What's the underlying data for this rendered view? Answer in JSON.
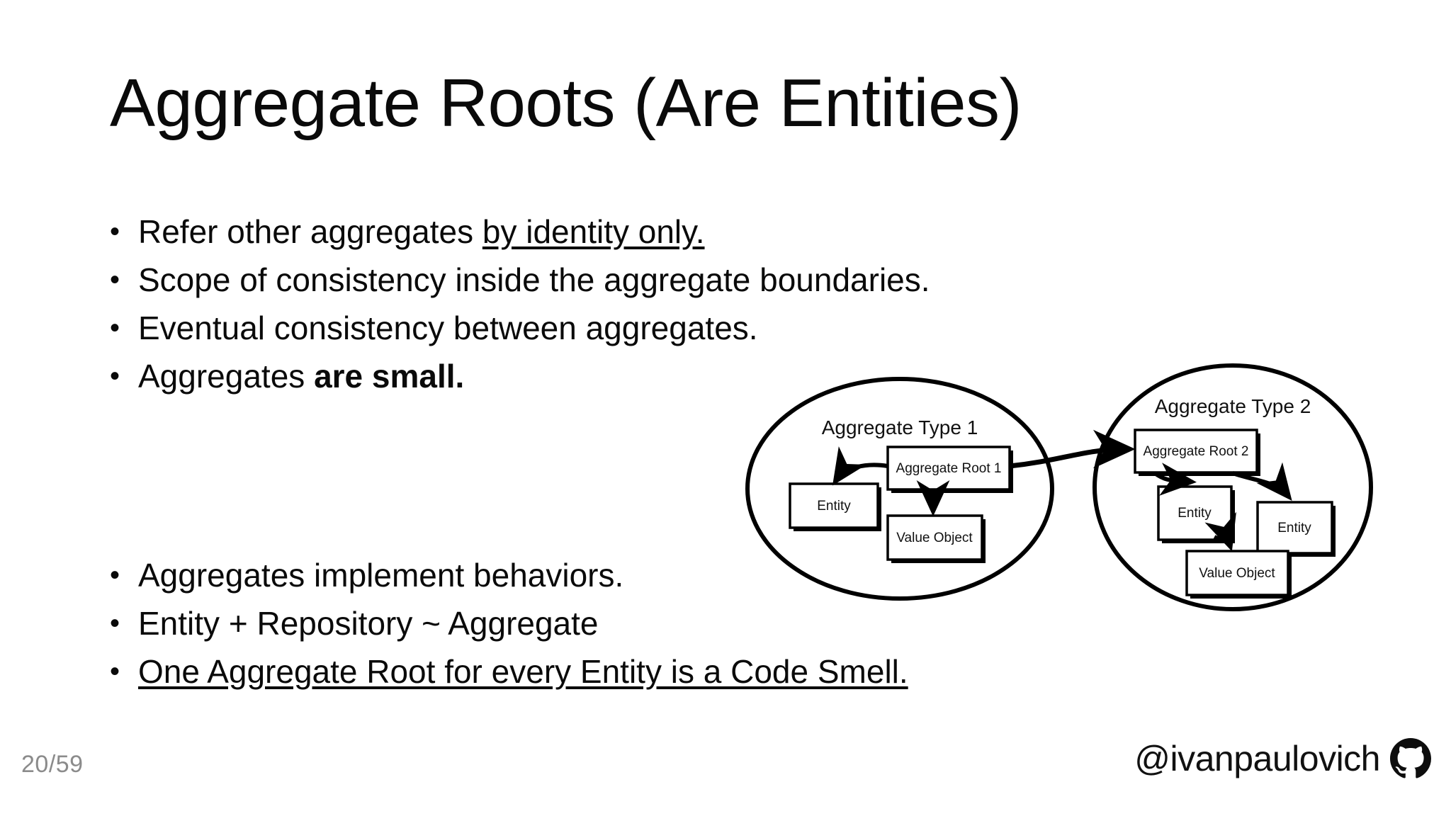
{
  "slide": {
    "title": "Aggregate Roots (Are Entities)",
    "page_label": "20/59",
    "background_color": "#ffffff",
    "text_color": "#0a0a0a",
    "page_number_color": "#8b8b8b"
  },
  "bullets_top": [
    {
      "prefix": "Refer other aggregates ",
      "underlined": "by identity only.",
      "bold": "",
      "suffix": ""
    },
    {
      "prefix": "Scope of consistency inside the aggregate boundaries.",
      "underlined": "",
      "bold": "",
      "suffix": ""
    },
    {
      "prefix": "Eventual consistency between aggregates.",
      "underlined": "",
      "bold": "",
      "suffix": ""
    },
    {
      "prefix": "Aggregates ",
      "underlined": "",
      "bold": "are small.",
      "suffix": ""
    }
  ],
  "bullets_bottom": [
    {
      "prefix": "Aggregates implement behaviors.",
      "underlined": "",
      "bold": "",
      "suffix": ""
    },
    {
      "prefix": "Entity + Repository ~ Aggregate",
      "underlined": "",
      "bold": "",
      "suffix": ""
    },
    {
      "prefix": "",
      "underlined": "One Aggregate Root for every Entity is a Code Smell.",
      "bold": "",
      "suffix": ""
    }
  ],
  "diagram": {
    "aggregate_1": {
      "label": "Aggregate Type 1",
      "root": "Aggregate Root 1",
      "entity": "Entity",
      "value_object": "Value Object"
    },
    "aggregate_2": {
      "label": "Aggregate Type 2",
      "root": "Aggregate Root 2",
      "entity_left": "Entity",
      "entity_right": "Entity",
      "value_object": "Value Object"
    }
  },
  "footer": {
    "handle": "@ivanpaulovich",
    "logo": "github-icon"
  }
}
